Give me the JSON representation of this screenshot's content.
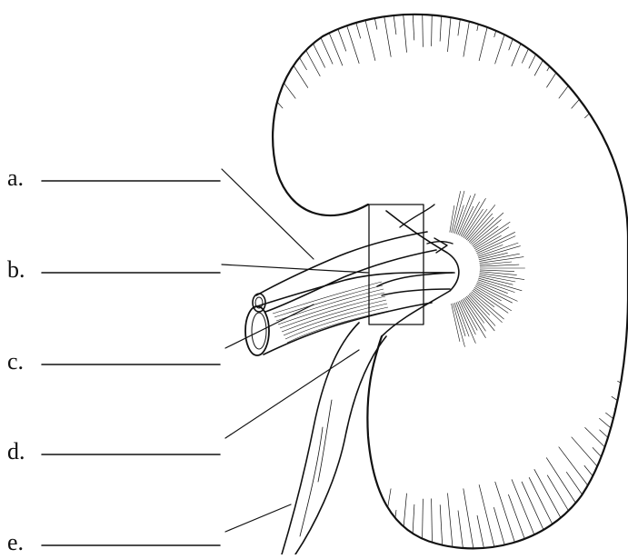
{
  "labels": [
    {
      "id": "a",
      "text": "a."
    },
    {
      "id": "b",
      "text": "b."
    },
    {
      "id": "c",
      "text": "c."
    },
    {
      "id": "d",
      "text": "d."
    },
    {
      "id": "e",
      "text": "e."
    }
  ],
  "colors": {
    "ink": "#111111",
    "background": "#ffffff"
  }
}
